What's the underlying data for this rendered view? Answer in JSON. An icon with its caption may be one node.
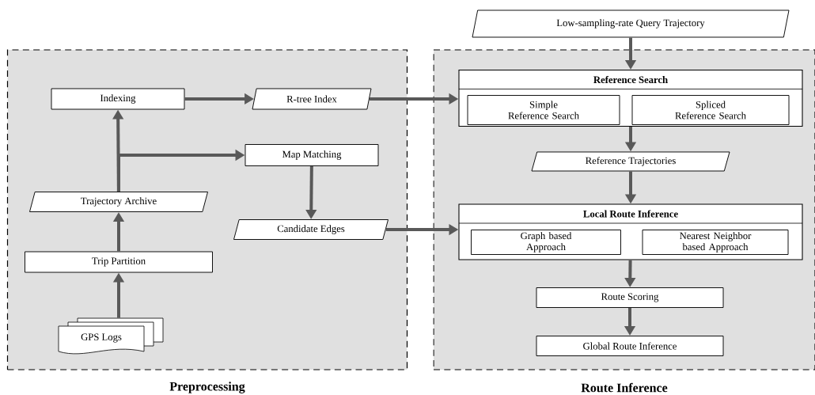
{
  "diagram": {
    "nodes": [
      {
        "text": [
          "Preprocessing"
        ]
      },
      {
        "text": [
          "Indexing"
        ],
        "in": 0
      },
      {
        "text": [
          "R-tree Index"
        ],
        "in": 0
      },
      {
        "text": [
          "Map Matching"
        ],
        "in": 0
      },
      {
        "text": [
          "Trajectory Archive"
        ],
        "in": 0
      },
      {
        "text": [
          "Candidate Edges"
        ],
        "in": 0
      },
      {
        "text": [
          "Trip Partition"
        ],
        "in": 0
      },
      {
        "text": [
          "GPS Logs"
        ],
        "in": 0
      },
      {
        "text": [
          "Route Inference"
        ]
      },
      {
        "text": [
          "Low-sampling-rate Query Trajectory"
        ]
      },
      {
        "text": [
          "Reference Search"
        ],
        "in": 8
      },
      {
        "text": [
          "Simple Reference Search"
        ],
        "in": 10
      },
      {
        "text": [
          "Spliced Reference Search"
        ],
        "in": 10
      },
      {
        "text": [
          "Reference Trajectories"
        ],
        "in": 8
      },
      {
        "text": [
          "Local Route Inference"
        ],
        "in": 8
      },
      {
        "text": [
          "Graph based Approach"
        ],
        "in": 14
      },
      {
        "text": [
          "Nearest Neighbor based Approach"
        ],
        "in": 14
      },
      {
        "text": [
          "Route Scoring"
        ],
        "in": 8
      },
      {
        "text": [
          "Global Route Inference"
        ],
        "in": 8
      }
    ],
    "edges": [
      {
        "from": 7,
        "to": 6,
        "arrow": "to"
      },
      {
        "from": 6,
        "to": 4,
        "arrow": "to"
      },
      {
        "from": 4,
        "to": 1,
        "arrow": "to"
      },
      {
        "from": 4,
        "to": 3,
        "arrow": "to"
      },
      {
        "from": 1,
        "to": 2,
        "arrow": "to"
      },
      {
        "from": 2,
        "to": 10,
        "arrow": "to"
      },
      {
        "from": 3,
        "to": 5,
        "arrow": "to"
      },
      {
        "from": 5,
        "to": 14,
        "arrow": "to"
      },
      {
        "from": 9,
        "to": 10,
        "arrow": "to"
      },
      {
        "from": 10,
        "to": 13,
        "arrow": "to"
      },
      {
        "from": 13,
        "to": 14,
        "arrow": "to"
      },
      {
        "from": 14,
        "to": 17,
        "arrow": "to"
      },
      {
        "from": 17,
        "to": 18,
        "arrow": "to"
      }
    ]
  }
}
